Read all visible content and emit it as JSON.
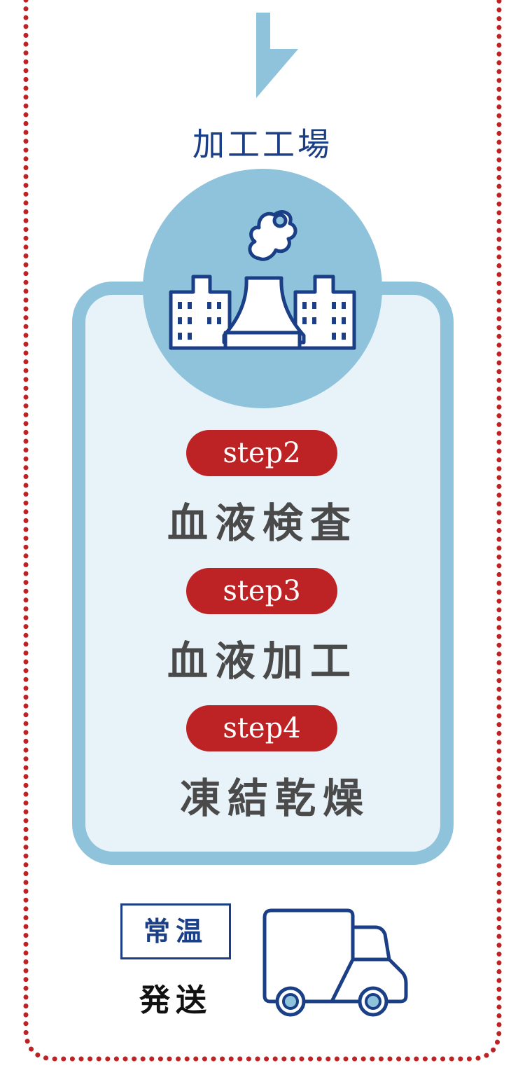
{
  "factory": {
    "label": "加工工場"
  },
  "steps": [
    {
      "badge": "step2",
      "title": "血液検査"
    },
    {
      "badge": "step3",
      "title": "血液加工"
    },
    {
      "badge": "step4",
      "title": "凍結乾燥"
    }
  ],
  "shipping": {
    "temperature": "常温",
    "label": "発送"
  },
  "colors": {
    "border_red": "#bd2325",
    "light_blue": "#8fc3db",
    "card_bg": "#e8f3f9",
    "navy": "#1a3f86",
    "badge_red": "#bd2325",
    "title_gray": "#4a4a4a"
  },
  "icons": {
    "factory": "factory-icon",
    "truck": "truck-icon",
    "arrow": "arrow-down-icon"
  }
}
